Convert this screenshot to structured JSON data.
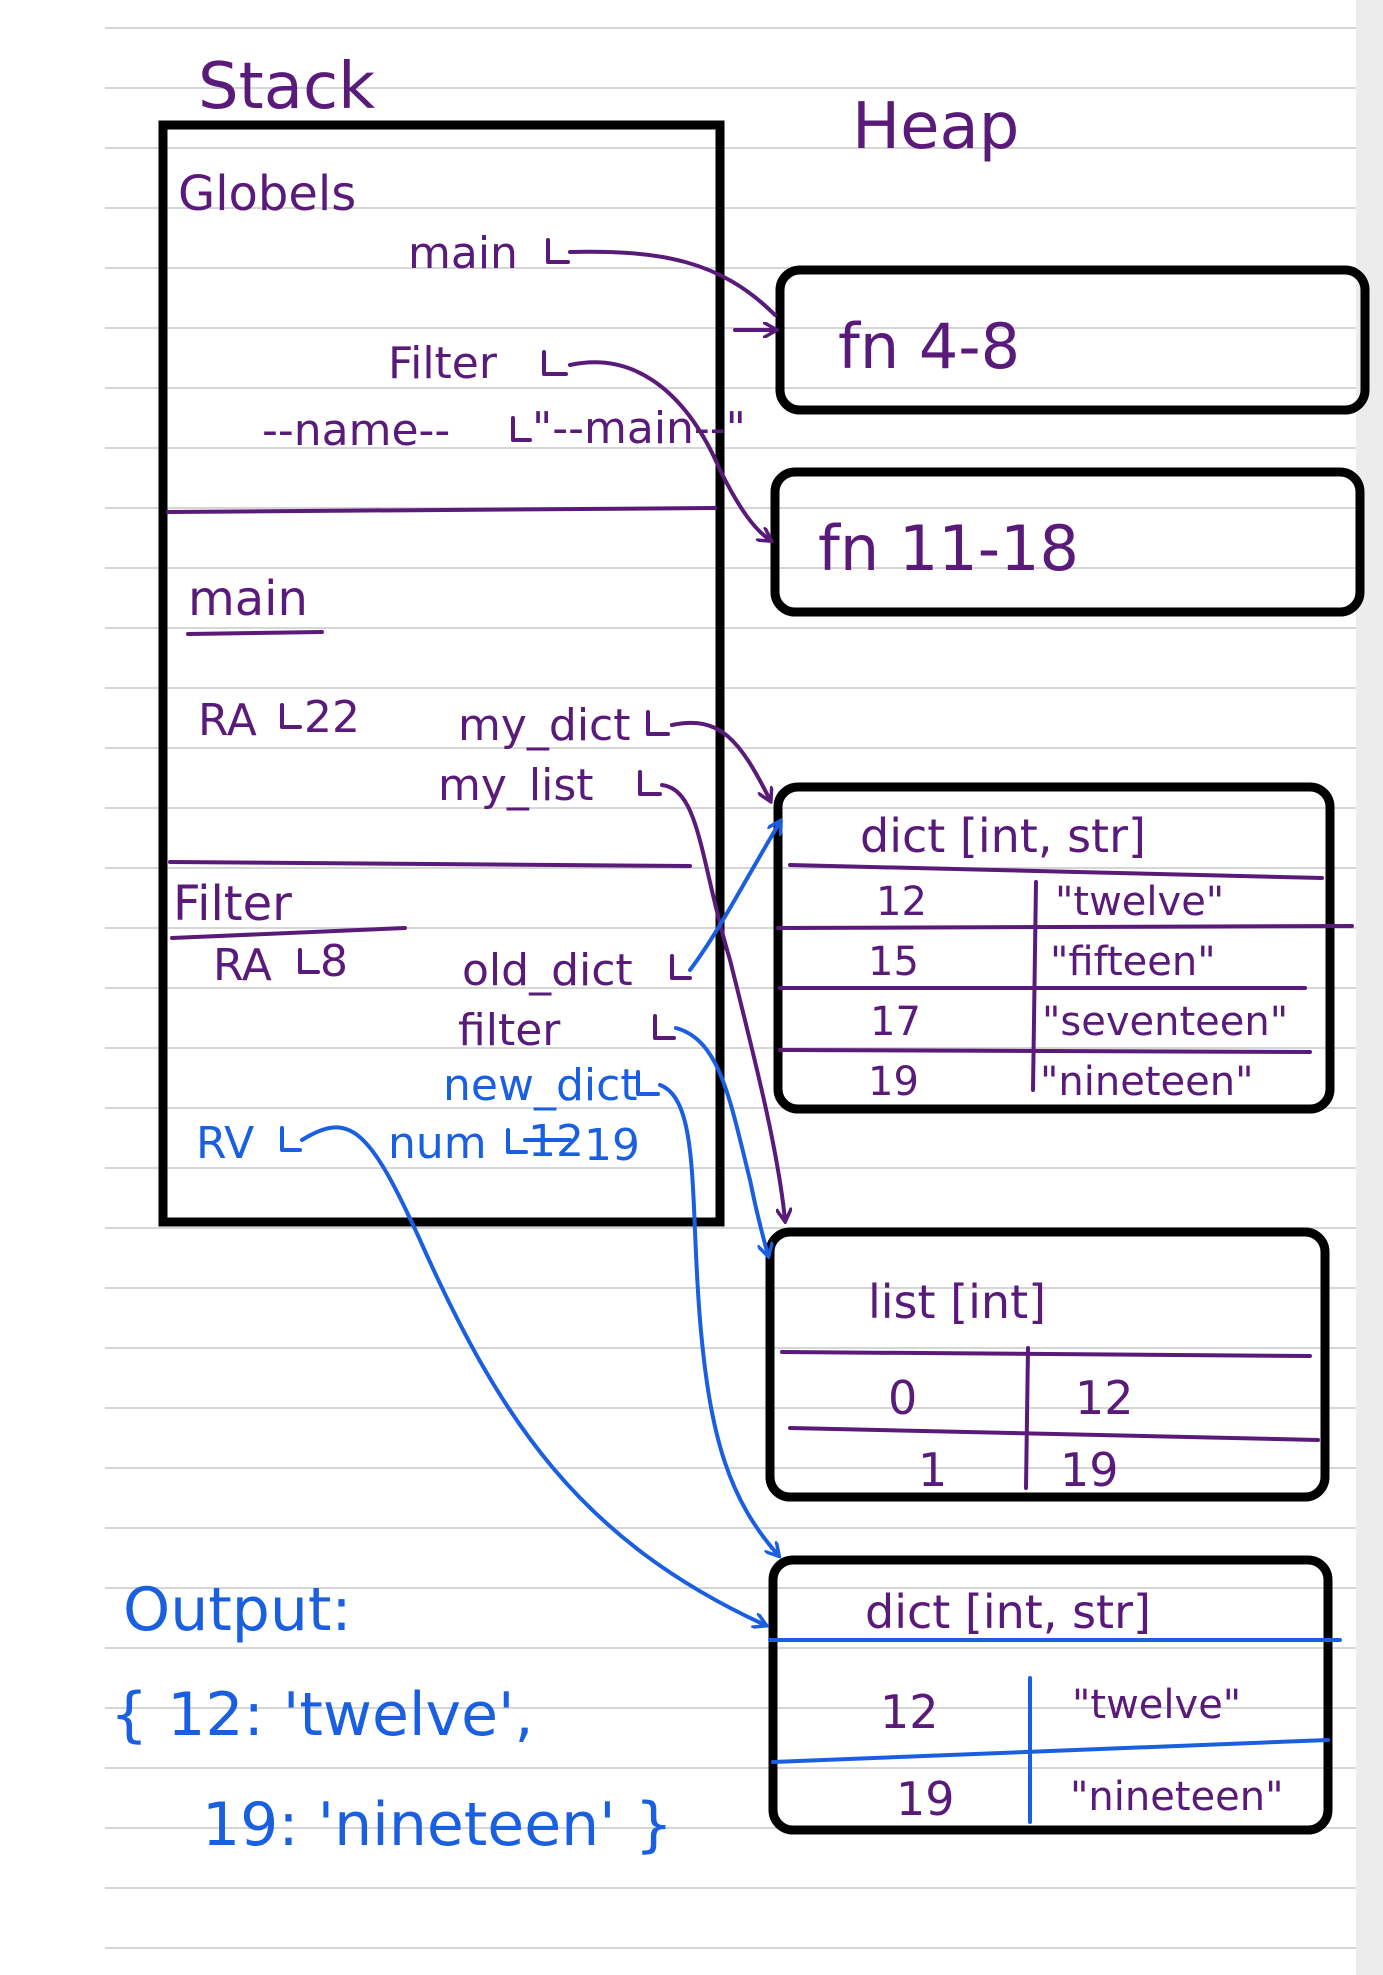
{
  "stack": {
    "title": "Stack",
    "globals": {
      "label": "Globels",
      "vars": [
        "main",
        "Filter",
        "--name--"
      ],
      "name_value": "\"--main--\""
    },
    "main_frame": {
      "label": "main",
      "ra": "RA",
      "ra_value": "22",
      "vars": [
        "my_dict",
        "my_list"
      ]
    },
    "filter_frame": {
      "label": "Filter",
      "ra": "RA",
      "ra_value": "8",
      "vars": [
        "old_dict",
        "filter",
        "new_dict",
        "num"
      ],
      "num_old_value": "12",
      "num_value": "19",
      "rv": "RV"
    }
  },
  "heap": {
    "title": "Heap",
    "fn1": "fn 4-8",
    "fn2": "fn 11-18",
    "dict1": {
      "type": "dict [int, str]",
      "rows": [
        {
          "key": "12",
          "val": "\"twelve\""
        },
        {
          "key": "15",
          "val": "\"fifteen\""
        },
        {
          "key": "17",
          "val": "\"seventeen\""
        },
        {
          "key": "19",
          "val": "\"nineteen\""
        }
      ]
    },
    "list1": {
      "type": "list [int]",
      "rows": [
        {
          "idx": "0",
          "val": "12"
        },
        {
          "idx": "1",
          "val": "19"
        }
      ]
    },
    "dict2": {
      "type": "dict [int, str]",
      "rows": [
        {
          "key": "12",
          "val": "\"twelve\""
        },
        {
          "key": "19",
          "val": "\"nineteen\""
        }
      ]
    }
  },
  "output": {
    "label": "Output:",
    "line1": "{ 12: 'twelve',",
    "line2": "19: 'nineteen' }"
  },
  "colors": {
    "purple_ink": "#5a1a7a",
    "blue_ink": "#1a5fe0",
    "box": "#000000",
    "ruled_line": "#c8c8c8"
  }
}
